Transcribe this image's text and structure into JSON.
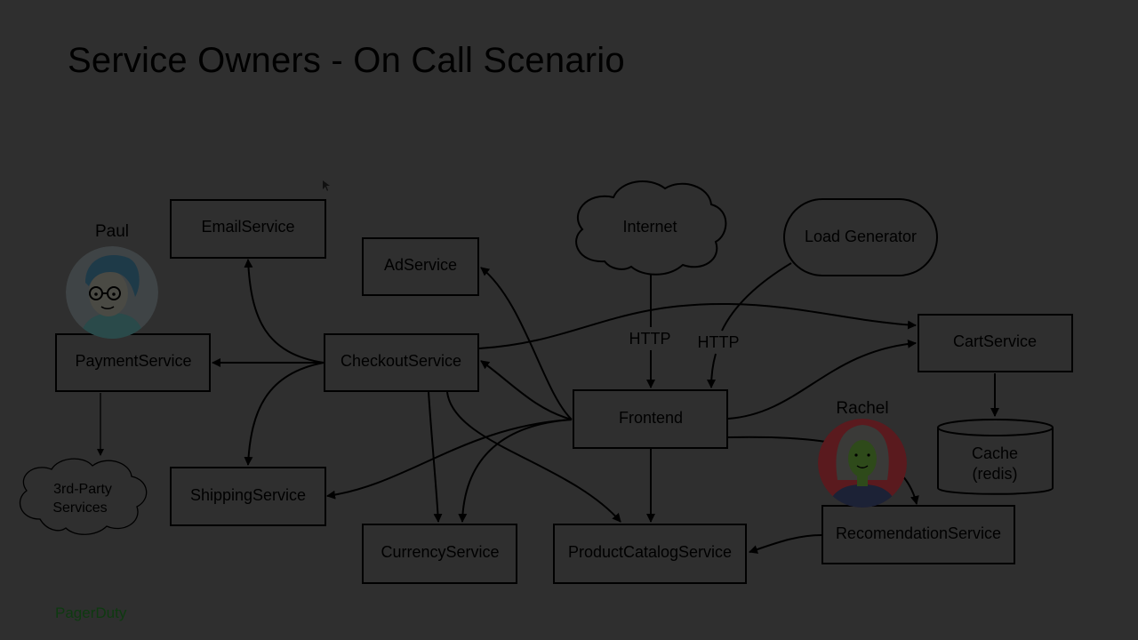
{
  "slide": {
    "title": "Service Owners - On Call Scenario",
    "footer_brand": "PagerDuty"
  },
  "diagram": {
    "nodes": {
      "email": "EmailService",
      "ad": "AdService",
      "payment": "PaymentService",
      "checkout": "CheckoutService",
      "shipping": "ShippingService",
      "currency": "CurrencyService",
      "product_catalog": "ProductCatalogService",
      "frontend": "Frontend",
      "cart": "CartService",
      "recommendation": "RecomendationService",
      "internet": "Internet",
      "load_generator": "Load Generator",
      "cache_line1": "Cache",
      "cache_line2": "(redis)",
      "third_party_line1": "3rd-Party",
      "third_party_line2": "Services"
    },
    "edge_labels": {
      "internet_http": "HTTP",
      "loadgen_http": "HTTP"
    },
    "people": {
      "paul": "Paul",
      "rachel": "Rachel"
    }
  }
}
